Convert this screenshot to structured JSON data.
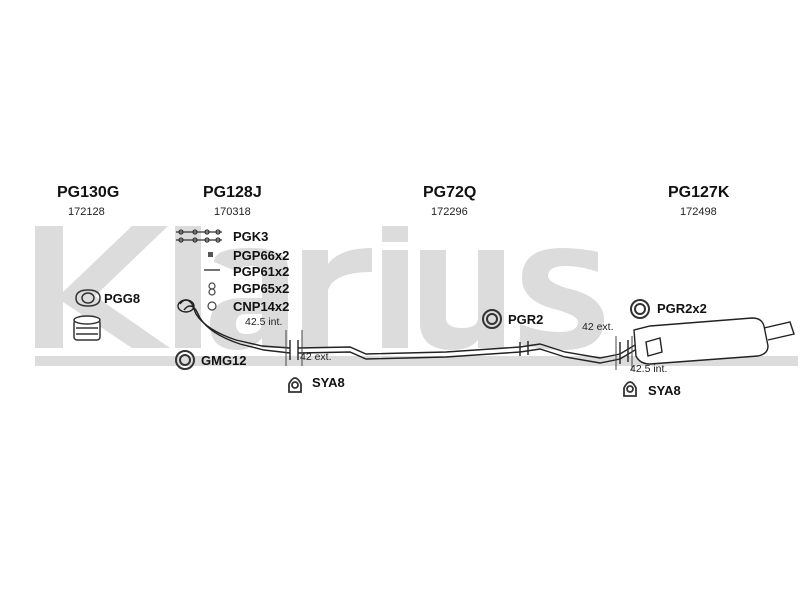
{
  "watermark": {
    "text": "Klarius",
    "color": "#dcdcdc"
  },
  "sections": [
    {
      "code": "PG130G",
      "number": "172128"
    },
    {
      "code": "PG128J",
      "number": "170318"
    },
    {
      "code": "PG72Q",
      "number": "172296"
    },
    {
      "code": "PG127K",
      "number": "172498"
    }
  ],
  "parts": {
    "pgk3": "PGK3",
    "pgp66x2": "PGP66x2",
    "pgp61x2": "PGP61x2",
    "pgp65x2": "PGP65x2",
    "cnp14x2": "CNP14x2",
    "pgg8": "PGG8",
    "gmg12": "GMG12",
    "sya8_left": "SYA8",
    "pgr2": "PGR2",
    "pgr2x2": "PGR2x2",
    "sya8_right": "SYA8"
  },
  "dimensions": {
    "left_int": "42.5 int.",
    "left_ext": "42 ext.",
    "right_ext": "42 ext.",
    "right_int": "42.5 int."
  },
  "colors": {
    "line": "#222222",
    "watermark": "#dcdcdc"
  }
}
